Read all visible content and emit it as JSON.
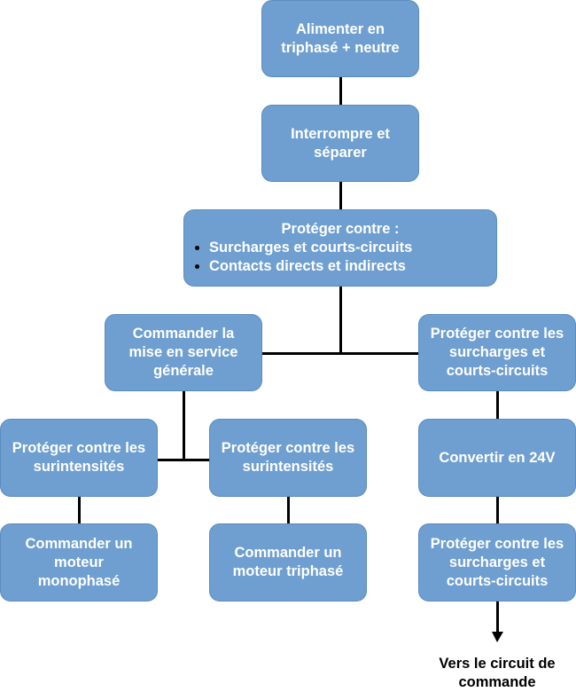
{
  "nodes": {
    "supply": "Alimenter en triphasé + neutre",
    "isolate": "Interrompre et séparer",
    "protect_main": {
      "title": "Protéger contre :",
      "items": [
        "Surcharges et courts-circuits",
        "Contacts directs et indirects"
      ]
    },
    "general_command": "Commander la mise en service générale",
    "protect_right": "Protéger contre les surcharges et courts-circuits",
    "protect_left1": "Protéger contre les surintensités",
    "protect_left2": "Protéger contre les surintensités",
    "convert": "Convertir en 24V",
    "motor_single": "Commander un moteur monophasé",
    "motor_three": "Commander un moteur triphasé",
    "protect_control": "Protéger contre les surcharges et courts-circuits"
  },
  "output_label": "Vers le circuit de commande"
}
